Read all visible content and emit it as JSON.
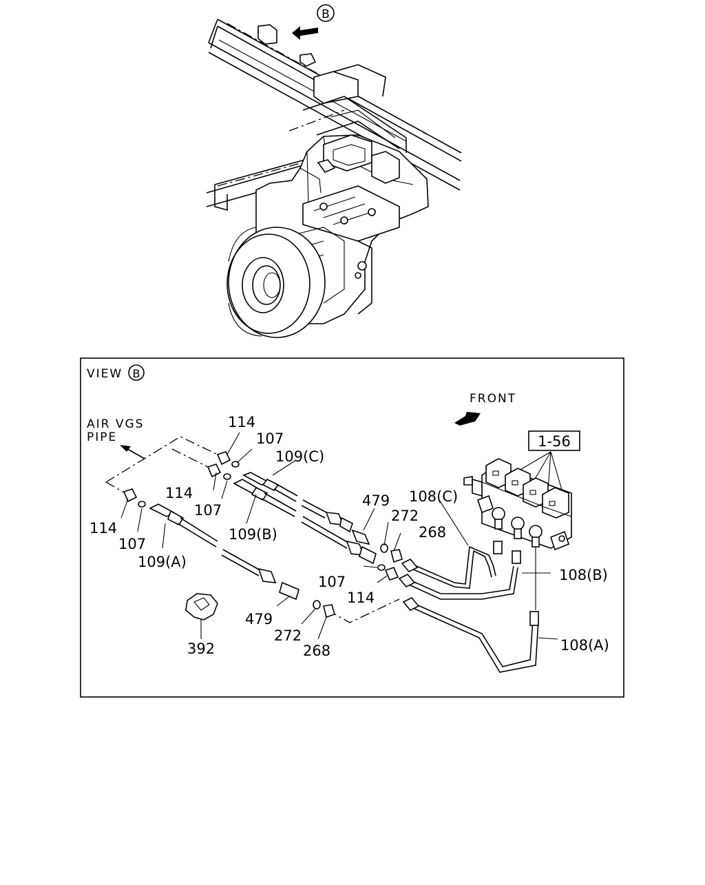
{
  "diagram": {
    "top_view_marker": "B",
    "view_title": "VIEW",
    "view_marker": "B",
    "front_label": "FRONT",
    "air_pipe_label_line1": "AIR VGS",
    "air_pipe_label_line2": "PIPE",
    "assembly_ref": "1-56",
    "part_labels": [
      {
        "id": "l114a",
        "text": "114"
      },
      {
        "id": "l107a",
        "text": "107"
      },
      {
        "id": "l109c",
        "text": "109(C)"
      },
      {
        "id": "l114b",
        "text": "114"
      },
      {
        "id": "l107b",
        "text": "107"
      },
      {
        "id": "l109b",
        "text": "109(B)"
      },
      {
        "id": "l114c",
        "text": "114"
      },
      {
        "id": "l107c",
        "text": "107"
      },
      {
        "id": "l109a",
        "text": "109(A)"
      },
      {
        "id": "l479a",
        "text": "479"
      },
      {
        "id": "l272a",
        "text": "272"
      },
      {
        "id": "l108c",
        "text": "108(C)"
      },
      {
        "id": "l268a",
        "text": "268"
      },
      {
        "id": "l107d",
        "text": "107"
      },
      {
        "id": "l114d",
        "text": "114"
      },
      {
        "id": "l108b",
        "text": "108(B)"
      },
      {
        "id": "l479b",
        "text": "479"
      },
      {
        "id": "l272b",
        "text": "272"
      },
      {
        "id": "l268b",
        "text": "268"
      },
      {
        "id": "l392",
        "text": "392"
      },
      {
        "id": "l108a",
        "text": "108(A)"
      }
    ]
  }
}
